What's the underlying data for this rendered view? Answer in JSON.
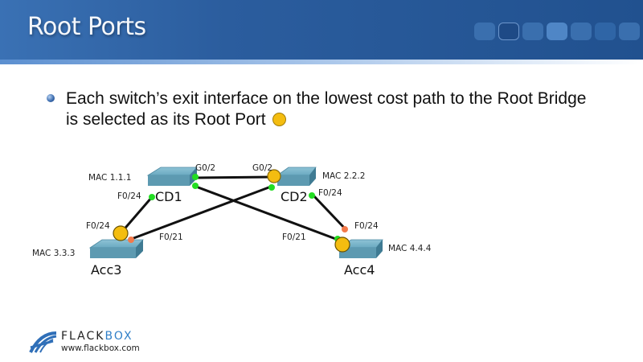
{
  "header": {
    "title": "Root Ports",
    "nav_dots": [
      "slide-1",
      "slide-2",
      "slide-3",
      "slide-4",
      "slide-5",
      "slide-6",
      "slide-7"
    ],
    "nav_active_index": 3
  },
  "bullet": {
    "line1": "Each switch’s exit interface on the lowest cost path to the Root Bridge",
    "line2": "is selected as its Root Port",
    "legend_icon": "root-port-marker-icon"
  },
  "diagram": {
    "colors": {
      "root_port": "#f4bd10",
      "designated_port": "#22dd22",
      "blocking_port": "#f47a4a",
      "link": "#111111"
    },
    "switches": [
      {
        "id": "CD1",
        "name": "CD1",
        "mac": "MAC 1.1.1"
      },
      {
        "id": "CD2",
        "name": "CD2",
        "mac": "MAC 2.2.2"
      },
      {
        "id": "Acc3",
        "name": "Acc3",
        "mac": "MAC 3.3.3"
      },
      {
        "id": "Acc4",
        "name": "Acc4",
        "mac": "MAC 4.4.4"
      }
    ],
    "links": [
      {
        "from": "CD1",
        "from_port": "G0/2",
        "from_state": "designated",
        "to": "CD2",
        "to_port": "G0/2",
        "to_state": "root"
      },
      {
        "from": "CD1",
        "from_port": "F0/24",
        "from_state": "designated",
        "to": "Acc3",
        "to_port": "F0/24",
        "to_state": "root"
      },
      {
        "from": "CD1",
        "from_port": "",
        "from_state": "designated",
        "to": "Acc4",
        "to_port": "F0/21",
        "to_state": "root"
      },
      {
        "from": "CD2",
        "from_port": "",
        "from_state": "designated",
        "to": "Acc3",
        "to_port": "F0/21",
        "to_state": "blocking"
      },
      {
        "from": "CD2",
        "from_port": "F0/24",
        "from_state": "designated",
        "to": "Acc4",
        "to_port": "F0/24",
        "to_state": "blocking"
      }
    ],
    "port_labels": {
      "cd1_g02": "G0/2",
      "cd2_g02": "G0/2",
      "cd1_f024": "F0/24",
      "cd2_f024": "F0/24",
      "acc3_f024": "F0/24",
      "acc3_f021": "F0/21",
      "acc4_f021": "F0/21",
      "acc4_f024": "F0/24"
    }
  },
  "logo": {
    "brand_a": "FLACK",
    "brand_b": "BOX",
    "url": "www.flackbox.com"
  }
}
